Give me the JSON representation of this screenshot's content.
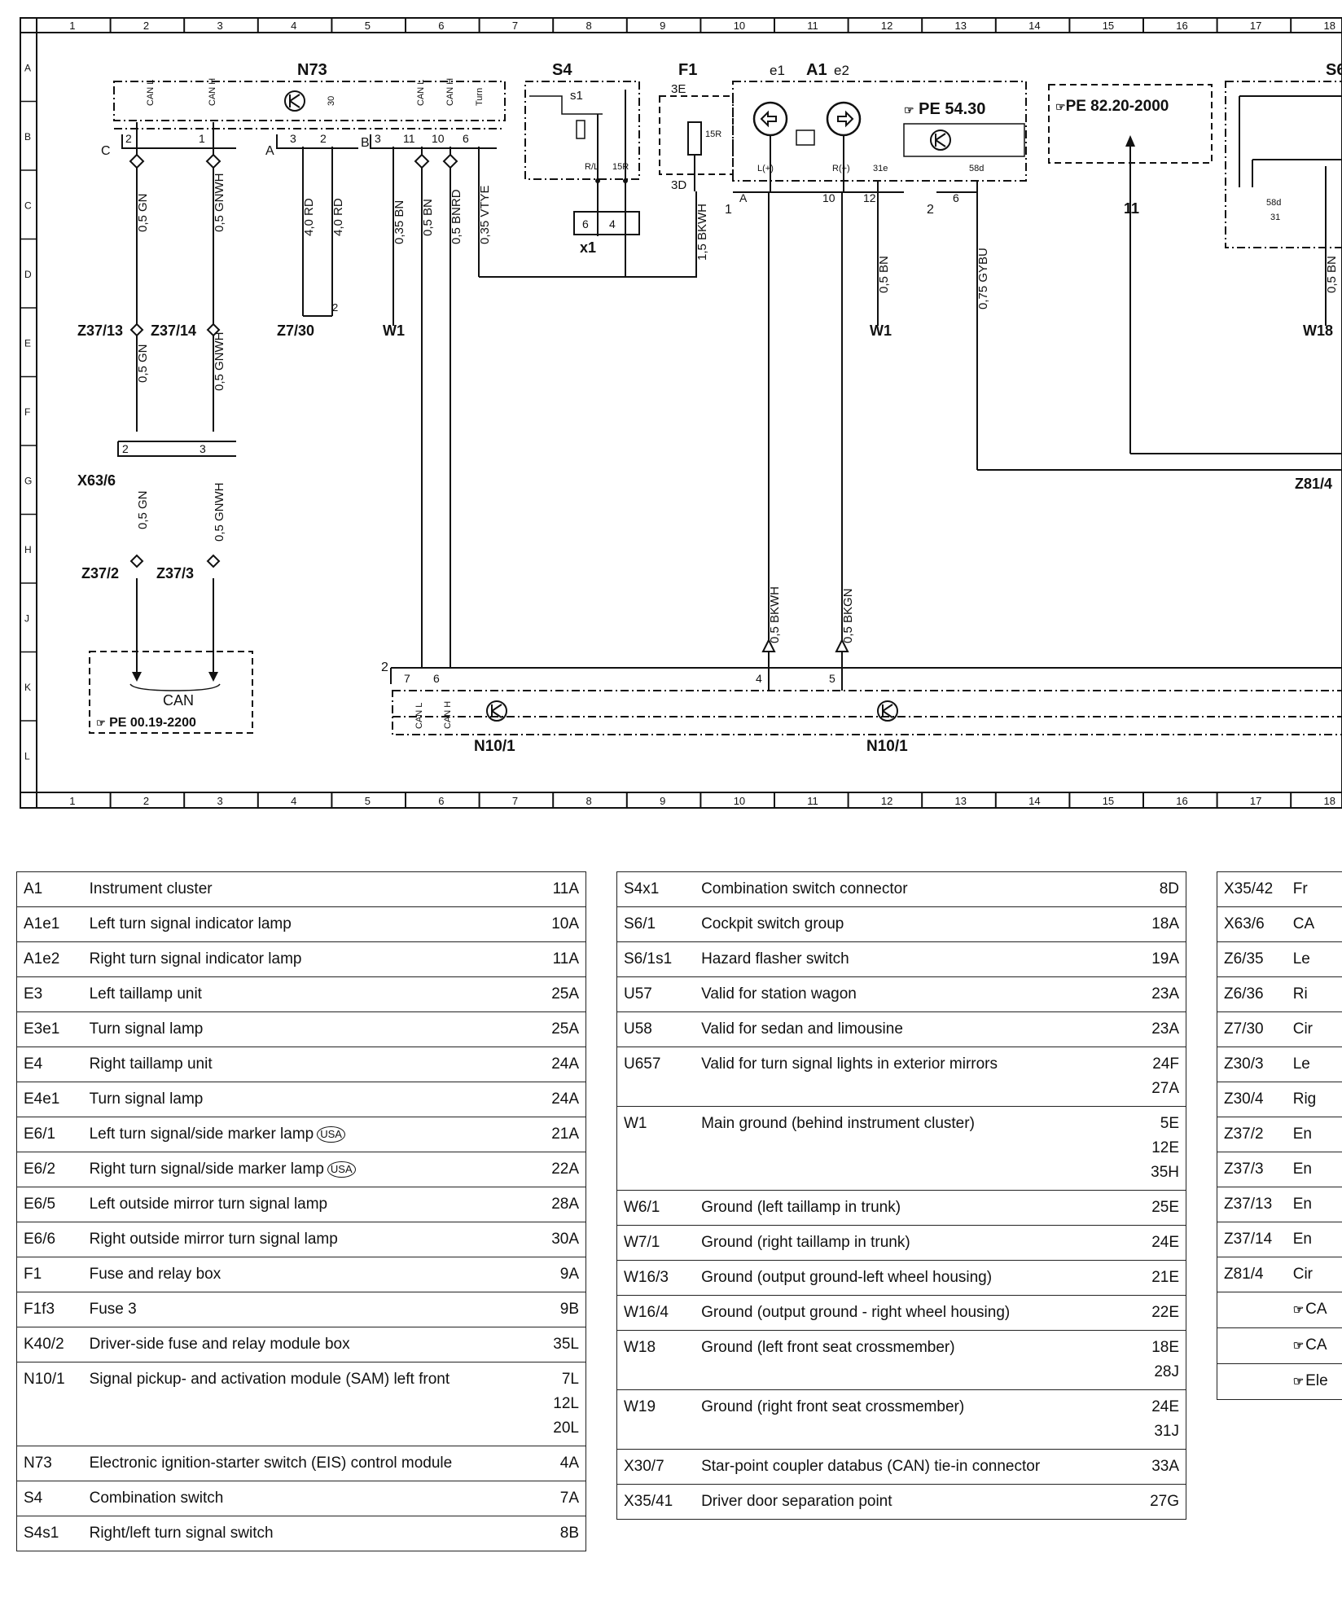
{
  "grid": {
    "columns": [
      "1",
      "2",
      "3",
      "4",
      "5",
      "6",
      "7",
      "8",
      "9",
      "10",
      "11",
      "12",
      "13",
      "14",
      "15",
      "16",
      "17",
      "18"
    ],
    "rows": [
      "A",
      "B",
      "C",
      "D",
      "E",
      "F",
      "G",
      "H",
      "J",
      "K",
      "L"
    ]
  },
  "components": {
    "n73": "N73",
    "s4": "S4",
    "f1": "F1",
    "a1": "A1",
    "a1_e1": "e1",
    "a1_e2": "e2",
    "s6": "S6",
    "n10_1_left": "N10/1",
    "n10_1_right": "N10/1",
    "x1": "x1",
    "s1": "s1"
  },
  "references": {
    "pe_54_30": "PE 54.30",
    "pe_82_20": "PE 82.20-2000",
    "pe_00_19": "PE 00.19-2200",
    "can_bus": "CAN"
  },
  "wires": {
    "w1": "0,5 GN",
    "w2": "0,5 GNWH",
    "w3": "4,0 RD",
    "w4": "4,0 RD",
    "w5": "0,35 BN",
    "w6": "0,5 BN",
    "w7": "0,5 BNRD",
    "w8": "0,35 VTYE",
    "w9": "1,5 BKWH",
    "w10": "0,5 BN",
    "w11": "0,75 GYBU",
    "w12": "0,5 GN",
    "w13": "0,5 GNWH",
    "w14": "0,5 GN",
    "w15": "0,5 GNWH",
    "w16": "0,5 BKWH",
    "w17": "0,5 BKGN",
    "w18": "0,5 BN"
  },
  "nodes": {
    "z37_13": "Z37/13",
    "z37_14": "Z37/14",
    "z7_30": "Z7/30",
    "w1_left": "W1",
    "w1_right": "W1",
    "x63_6": "X63/6",
    "z37_2": "Z37/2",
    "z37_3": "Z37/3",
    "w18": "W18",
    "z81_4": "Z81/4",
    "arrow_11": "11"
  },
  "pins": {
    "can_l": "CAN L",
    "can_h": "CAN H",
    "p30": "30",
    "turn": "Turn",
    "l_plus": "L(+)",
    "r_plus": "R(+)",
    "p31e": "31e",
    "p58d": "58d",
    "p15r": "15R",
    "rl": "R/L",
    "p3e": "3E",
    "p3d": "3D",
    "p31": "31"
  },
  "table1": [
    {
      "code": "A1",
      "desc": "Instrument cluster",
      "loc": [
        "11A"
      ]
    },
    {
      "code": "A1e1",
      "desc": "Left turn signal indicator lamp",
      "loc": [
        "10A"
      ]
    },
    {
      "code": "A1e2",
      "desc": "Right turn signal indicator lamp",
      "loc": [
        "11A"
      ]
    },
    {
      "code": "E3",
      "desc": "Left taillamp unit",
      "loc": [
        "25A"
      ]
    },
    {
      "code": "E3e1",
      "desc": "Turn signal lamp",
      "loc": [
        "25A"
      ]
    },
    {
      "code": "E4",
      "desc": "Right taillamp unit",
      "loc": [
        "24A"
      ]
    },
    {
      "code": "E4e1",
      "desc": "Turn signal lamp",
      "loc": [
        "24A"
      ]
    },
    {
      "code": "E6/1",
      "desc": "Left turn signal/side marker lamp",
      "badge": "USA",
      "loc": [
        "21A"
      ]
    },
    {
      "code": "E6/2",
      "desc": "Right turn signal/side marker lamp",
      "badge": "USA",
      "loc": [
        "22A"
      ]
    },
    {
      "code": "E6/5",
      "desc": "Left outside mirror turn signal lamp",
      "loc": [
        "28A"
      ]
    },
    {
      "code": "E6/6",
      "desc": "Right outside mirror turn signal lamp",
      "loc": [
        "30A"
      ]
    },
    {
      "code": "F1",
      "desc": "Fuse and relay box",
      "loc": [
        "9A"
      ]
    },
    {
      "code": "F1f3",
      "desc": "Fuse 3",
      "loc": [
        "9B"
      ]
    },
    {
      "code": "K40/2",
      "desc": "Driver-side fuse and relay module box",
      "loc": [
        "35L"
      ]
    },
    {
      "code": "N10/1",
      "desc": "Signal pickup- and activation module (SAM) left front",
      "loc": [
        "7L",
        "12L",
        "20L"
      ]
    },
    {
      "code": "N73",
      "desc": "Electronic ignition-starter switch (EIS) control module",
      "loc": [
        "4A"
      ]
    },
    {
      "code": "S4",
      "desc": "Combination switch",
      "loc": [
        "7A"
      ]
    },
    {
      "code": "S4s1",
      "desc": "Right/left turn signal switch",
      "loc": [
        "8B"
      ]
    }
  ],
  "table2": [
    {
      "code": "S4x1",
      "desc": "Combination switch connector",
      "loc": [
        "8D"
      ]
    },
    {
      "code": "S6/1",
      "desc": "Cockpit switch group",
      "loc": [
        "18A"
      ]
    },
    {
      "code": "S6/1s1",
      "desc": "Hazard flasher switch",
      "loc": [
        "19A"
      ]
    },
    {
      "code": "U57",
      "desc": "Valid for station wagon",
      "loc": [
        "23A"
      ]
    },
    {
      "code": "U58",
      "desc": "Valid for sedan and limousine",
      "loc": [
        "23A"
      ]
    },
    {
      "code": "U657",
      "desc": "Valid for turn signal lights in exterior mirrors",
      "loc": [
        "24F",
        "27A"
      ]
    },
    {
      "code": "W1",
      "desc": "Main ground (behind instrument cluster)",
      "loc": [
        "5E",
        "12E",
        "35H"
      ]
    },
    {
      "code": "W6/1",
      "desc": "Ground (left taillamp in trunk)",
      "loc": [
        "25E"
      ]
    },
    {
      "code": "W7/1",
      "desc": "Ground (right taillamp in trunk)",
      "loc": [
        "24E"
      ]
    },
    {
      "code": "W16/3",
      "desc": "Ground (output ground-left wheel housing)",
      "loc": [
        "21E"
      ]
    },
    {
      "code": "W16/4",
      "desc": "Ground (output ground - right wheel housing)",
      "loc": [
        "22E"
      ]
    },
    {
      "code": "W18",
      "desc": "Ground (left front seat crossmember)",
      "loc": [
        "18E",
        "28J"
      ]
    },
    {
      "code": "W19",
      "desc": "Ground (right front seat crossmember)",
      "loc": [
        "24E",
        "31J"
      ]
    },
    {
      "code": "X30/7",
      "desc": "Star-point coupler databus (CAN) tie-in connector",
      "loc": [
        "33A"
      ]
    },
    {
      "code": "X35/41",
      "desc": "Driver door separation point",
      "loc": [
        "27G"
      ]
    }
  ],
  "table3": [
    {
      "code": "X35/42",
      "desc": "Fr",
      "loc": []
    },
    {
      "code": "X63/6",
      "desc": "CA",
      "loc": []
    },
    {
      "code": "Z6/35",
      "desc": "Le",
      "loc": []
    },
    {
      "code": "Z6/36",
      "desc": "Ri",
      "loc": []
    },
    {
      "code": "Z7/30",
      "desc": "Cir",
      "loc": []
    },
    {
      "code": "Z30/3",
      "desc": "Le",
      "loc": []
    },
    {
      "code": "Z30/4",
      "desc": "Rig",
      "loc": []
    },
    {
      "code": "Z37/2",
      "desc": "En",
      "loc": []
    },
    {
      "code": "Z37/3",
      "desc": "En",
      "loc": []
    },
    {
      "code": "Z37/13",
      "desc": "En",
      "loc": []
    },
    {
      "code": "Z37/14",
      "desc": "En",
      "loc": []
    },
    {
      "code": "Z81/4",
      "desc": "Cir",
      "loc": []
    },
    {
      "code": "",
      "desc": "CA",
      "ref": true,
      "loc": []
    },
    {
      "code": "",
      "desc": "CA",
      "ref": true,
      "loc": []
    },
    {
      "code": "",
      "desc": "Ele",
      "ref": true,
      "loc": []
    }
  ]
}
